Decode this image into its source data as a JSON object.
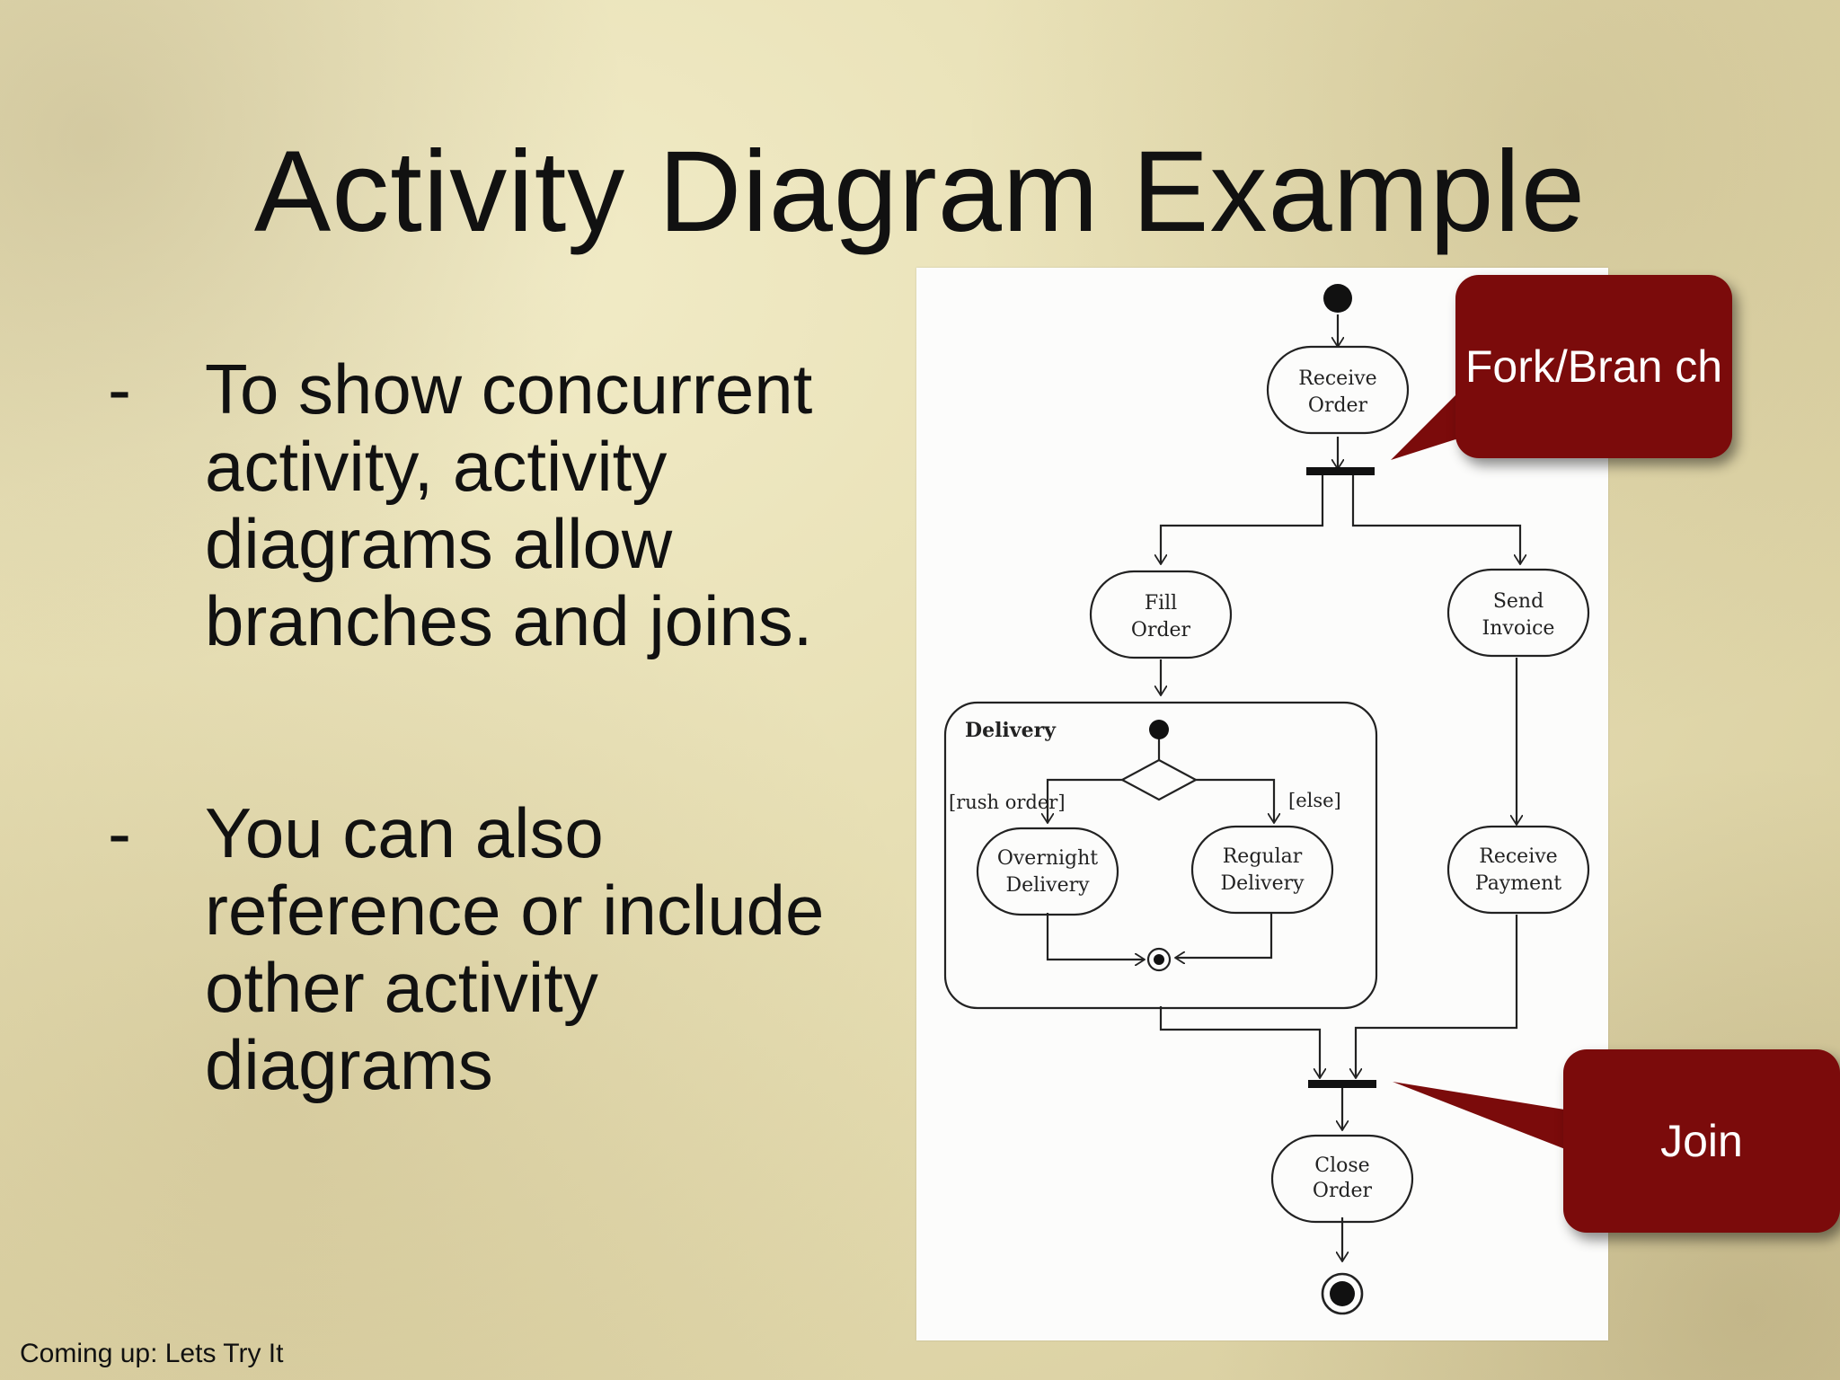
{
  "slide": {
    "title": "Activity Diagram Example",
    "bullets": [
      {
        "marker": "-",
        "text": "To show concurrent activity, activity diagrams allow branches and joins."
      },
      {
        "marker": "-",
        "text": "You can also reference or include other activity diagrams"
      }
    ],
    "footer": "Coming up: Lets Try It"
  },
  "diagram": {
    "nodes": {
      "receive_order": [
        "Receive",
        "Order"
      ],
      "fill_order": [
        "Fill",
        "Order"
      ],
      "send_invoice": [
        "Send",
        "Invoice"
      ],
      "overnight_delivery": [
        "Overnight",
        "Delivery"
      ],
      "regular_delivery": [
        "Regular",
        "Delivery"
      ],
      "receive_payment": [
        "Receive",
        "Payment"
      ],
      "close_order": [
        "Close",
        "Order"
      ]
    },
    "subactivity_label": "Delivery",
    "guards": {
      "rush": "[rush order]",
      "else": "[else]"
    }
  },
  "callouts": {
    "fork": "Fork/Bran ch",
    "join": "Join"
  },
  "colors": {
    "callout": "#7b0b0b",
    "title": "#111111"
  }
}
